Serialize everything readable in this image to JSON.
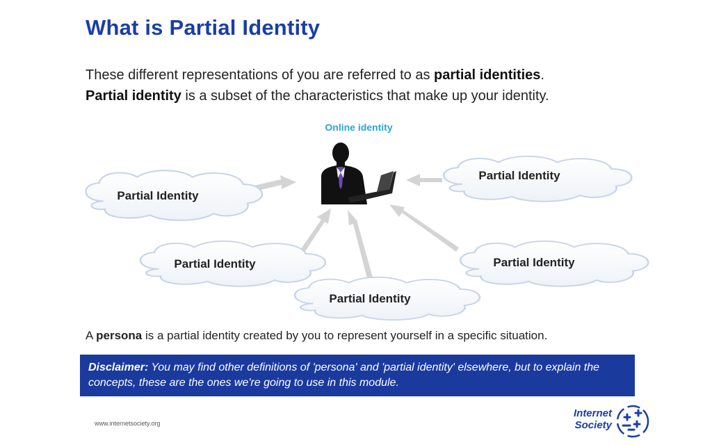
{
  "slide": {
    "title": "What is Partial Identity",
    "intro": {
      "line1_pre": "These different representations of you are referred to as ",
      "line1_bold": "partial identities",
      "line1_post": ".",
      "line2_bold": "Partial identity",
      "line2_post": " is a subset of the characteristics that make up your identity."
    },
    "diagram": {
      "center_label": "Online identity",
      "clouds": [
        {
          "label": "Partial Identity"
        },
        {
          "label": "Partial Identity"
        },
        {
          "label": "Partial Identity"
        },
        {
          "label": "Partial Identity"
        },
        {
          "label": "Partial Identity"
        }
      ]
    },
    "persona": {
      "pre": "A ",
      "bold": "persona",
      "post": " is a partial identity created by you to represent yourself in a specific situation."
    },
    "disclaimer": {
      "bold": "Disclaimer:",
      "text": " You may find other definitions of 'persona' and 'partial identity' elsewhere, but to explain the concepts, these are the ones we're going to use in this module."
    },
    "footer": {
      "url": "www.internetsociety.org",
      "logo_line1": "Internet",
      "logo_line2": "Society"
    },
    "colors": {
      "title": "#1a3ea8",
      "accent_cyan": "#2aa4d6",
      "disclaimer_bg": "#1a3a9e",
      "arrow": "#d0d0d0",
      "cloud_stroke": "#c8d4e8"
    }
  }
}
